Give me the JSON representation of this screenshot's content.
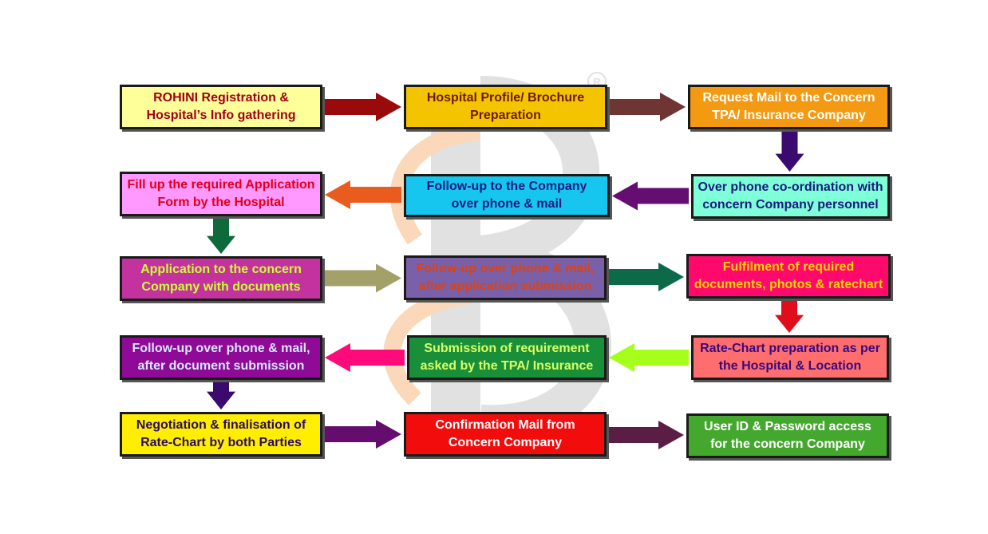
{
  "steps": [
    {
      "id": "s1",
      "text": "ROHINI Registration &\nHospital’s Info gathering",
      "bg": "#ffff99",
      "fg": "#a0001a"
    },
    {
      "id": "s2",
      "text": "Hospital Profile/ Brochure\nPreparation",
      "bg": "#f5c400",
      "fg": "#6b1a00"
    },
    {
      "id": "s3",
      "text": "Request Mail to the Concern\nTPA/ Insurance Company",
      "bg": "#f39a12",
      "fg": "#ffffff"
    },
    {
      "id": "s4",
      "text": "Over phone co-ordination with\nconcern Company personnel",
      "bg": "#7fffd8",
      "fg": "#1a1a80"
    },
    {
      "id": "s5",
      "text": "Follow-up to the Company\nover phone & mail",
      "bg": "#17c6ef",
      "fg": "#1a1a80"
    },
    {
      "id": "s6",
      "text": "Fill up the required Application\nForm by the Hospital",
      "bg": "#ff99ff",
      "fg": "#e0001a"
    },
    {
      "id": "s7",
      "text": "Application to the concern\nCompany with documents",
      "bg": "#c3329e",
      "fg": "#ccff33"
    },
    {
      "id": "s8",
      "text": "Follow-up over phone & mail,\nafter application submission",
      "bg": "#7a60a8",
      "fg": "#d8441a"
    },
    {
      "id": "s9",
      "text": "Fulfilment of required\ndocuments, photos & ratechart",
      "bg": "#ff0a6c",
      "fg": "#ffd400"
    },
    {
      "id": "s10",
      "text": "Rate-Chart preparation as per\nthe Hospital & Location",
      "bg": "#ff6e6e",
      "fg": "#3a0a7a"
    },
    {
      "id": "s11",
      "text": "Submission of requirement\nasked by the TPA/ Insurance",
      "bg": "#1a8f3a",
      "fg": "#d8ff66"
    },
    {
      "id": "s12",
      "text": "Follow-up over phone & mail,\nafter document submission",
      "bg": "#8f0a96",
      "fg": "#d8e8ff"
    },
    {
      "id": "s13",
      "text": "Negotiation & finalisation of\nRate-Chart by both Parties",
      "bg": "#ffee00",
      "fg": "#2a0a6a"
    },
    {
      "id": "s14",
      "text": "Confirmation Mail from\nConcern Company",
      "bg": "#f20c0c",
      "fg": "#ffffff"
    },
    {
      "id": "s15",
      "text": "User ID & Password access\nfor the concern Company",
      "bg": "#45a82e",
      "fg": "#ffffff"
    }
  ],
  "arrows": [
    {
      "from": "s1",
      "to": "s2",
      "color": "#9a0a0a"
    },
    {
      "from": "s2",
      "to": "s3",
      "color": "#6e3533"
    },
    {
      "from": "s3",
      "to": "s4",
      "color": "#3b0a6e"
    },
    {
      "from": "s4",
      "to": "s5",
      "color": "#650d70"
    },
    {
      "from": "s5",
      "to": "s6",
      "color": "#ea5c1e"
    },
    {
      "from": "s6",
      "to": "s7",
      "color": "#0e6a3a"
    },
    {
      "from": "s7",
      "to": "s8",
      "color": "#a3a06a"
    },
    {
      "from": "s8",
      "to": "s9",
      "color": "#0d6a48"
    },
    {
      "from": "s9",
      "to": "s10",
      "color": "#e00e1a"
    },
    {
      "from": "s10",
      "to": "s11",
      "color": "#a6ff1a"
    },
    {
      "from": "s11",
      "to": "s12",
      "color": "#ff0a7a"
    },
    {
      "from": "s12",
      "to": "s13",
      "color": "#3a0a6e"
    },
    {
      "from": "s13",
      "to": "s14",
      "color": "#650d6e"
    },
    {
      "from": "s14",
      "to": "s15",
      "color": "#5a1e44"
    }
  ],
  "colors": {
    "watermark_gray": "#b8b8b8",
    "watermark_orange": "#f5a35a"
  }
}
